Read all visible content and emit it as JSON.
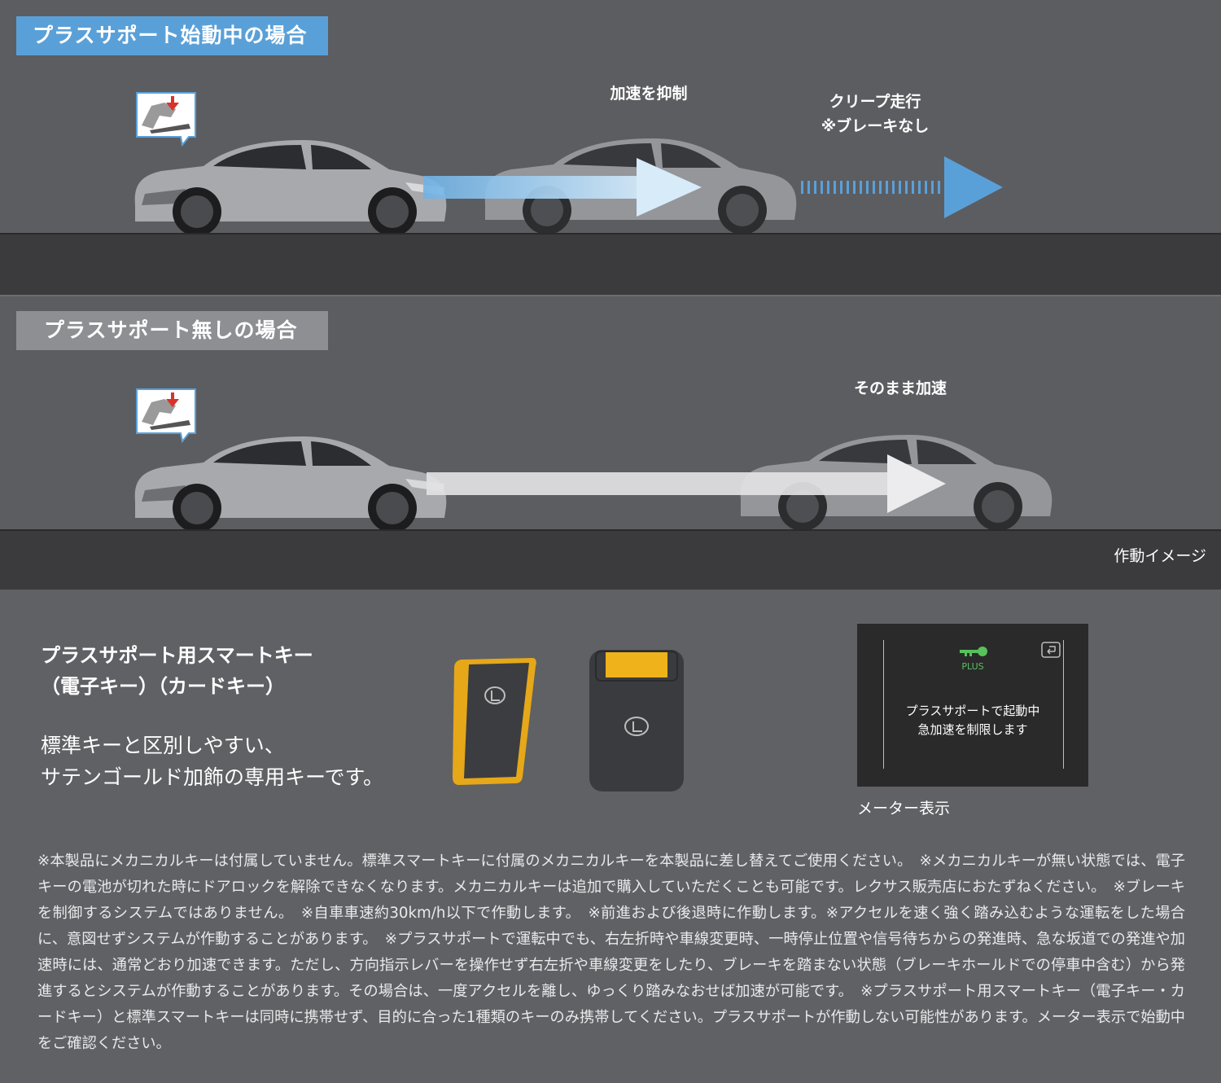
{
  "with_support": {
    "tag": "プラスサポート始動中の場合",
    "caption_suppress": "加速を抑制",
    "caption_creep_line1": "クリープ走行",
    "caption_creep_line2": "※ブレーキなし"
  },
  "without_support": {
    "tag": "プラスサポート無しの場合",
    "caption_accelerate": "そのまま加速",
    "operation_image": "作動イメージ"
  },
  "smart_key": {
    "title_line1": "プラスサポート用スマートキー",
    "title_line2": "（電子キー）（カードキー）",
    "desc_line1": "標準キーと区別しやすい、",
    "desc_line2": "サテンゴールド加飾の専用キーです。"
  },
  "meter": {
    "plus_label": "PLUS",
    "message_line1": "プラスサポートで起動中",
    "message_line2": "急加速を制限します",
    "caption": "メーター表示"
  },
  "notes": "※本製品にメカニカルキーは付属していません。標準スマートキーに付属のメカニカルキーを本製品に差し替えてご使用ください。　※メカニカルキーが無い状態では、電子キーの電池が切れた時にドアロックを解除できなくなります。メカニカルキーは追加で購入していただくことも可能です。レクサス販売店におたずねください。　※ブレーキを制御するシステムではありません。　※自車車速約30km/h以下で作動します。　※前進および後退時に作動します。※アクセルを速く強く踏み込むような運転をした場合に、意図せずシステムが作動することがあります。　※プラスサポートで運転中でも、右左折時や車線変更時、一時停止位置や信号待ちからの発進時、急な坂道での発進や加速時には、通常どおり加速できます。ただし、方向指示レバーを操作せず右左折や車線変更をしたり、ブレーキを踏まない状態（ブレーキホールドでの停車中含む）から発進するとシステムが作動することがあります。その場合は、一度アクセルを離し、ゆっくり踏みなおせば加速が可能です。　※プラスサポート用スマートキー（電子キー・カードキー）と標準スマートキーは同時に携帯せず、目的に合った1種類のキーのみ携帯してください。プラスサポートが作動しない可能性があります。メーター表示で始動中をご確認ください。",
  "colors": {
    "accent_blue": "#5aa0d8",
    "tag_gray": "#8e8f93",
    "key_gold": "#e6a819",
    "meter_green": "#58c15c"
  }
}
